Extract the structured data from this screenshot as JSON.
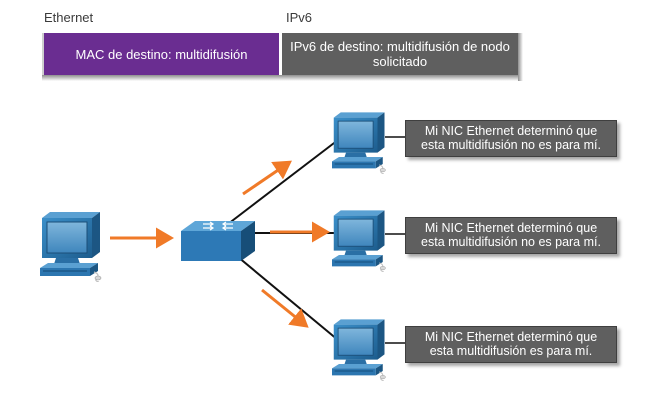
{
  "frame": {
    "ethernet_label": "Ethernet",
    "ipv6_label": "IPv6",
    "mac_text": "MAC de destino: multidifusión",
    "ipv6_text": "IPv6 de destino: multidifusión de nodo solicitado"
  },
  "messages": [
    "Mi NIC Ethernet determinó que esta multidifusión no es para mí.",
    "Mi NIC Ethernet determinó que esta multidifusión no es para mí.",
    "Mi NIC Ethernet determinó que esta multidifusión es para mí."
  ],
  "colors": {
    "mac_box": "#6a2d91",
    "ipv6_box": "#5f5f5f",
    "arrow": "#f07a28",
    "switch": "#2f78b8",
    "computer": "#2e7db5"
  },
  "icons": [
    "computer-icon",
    "switch-icon",
    "arrow-icon"
  ]
}
